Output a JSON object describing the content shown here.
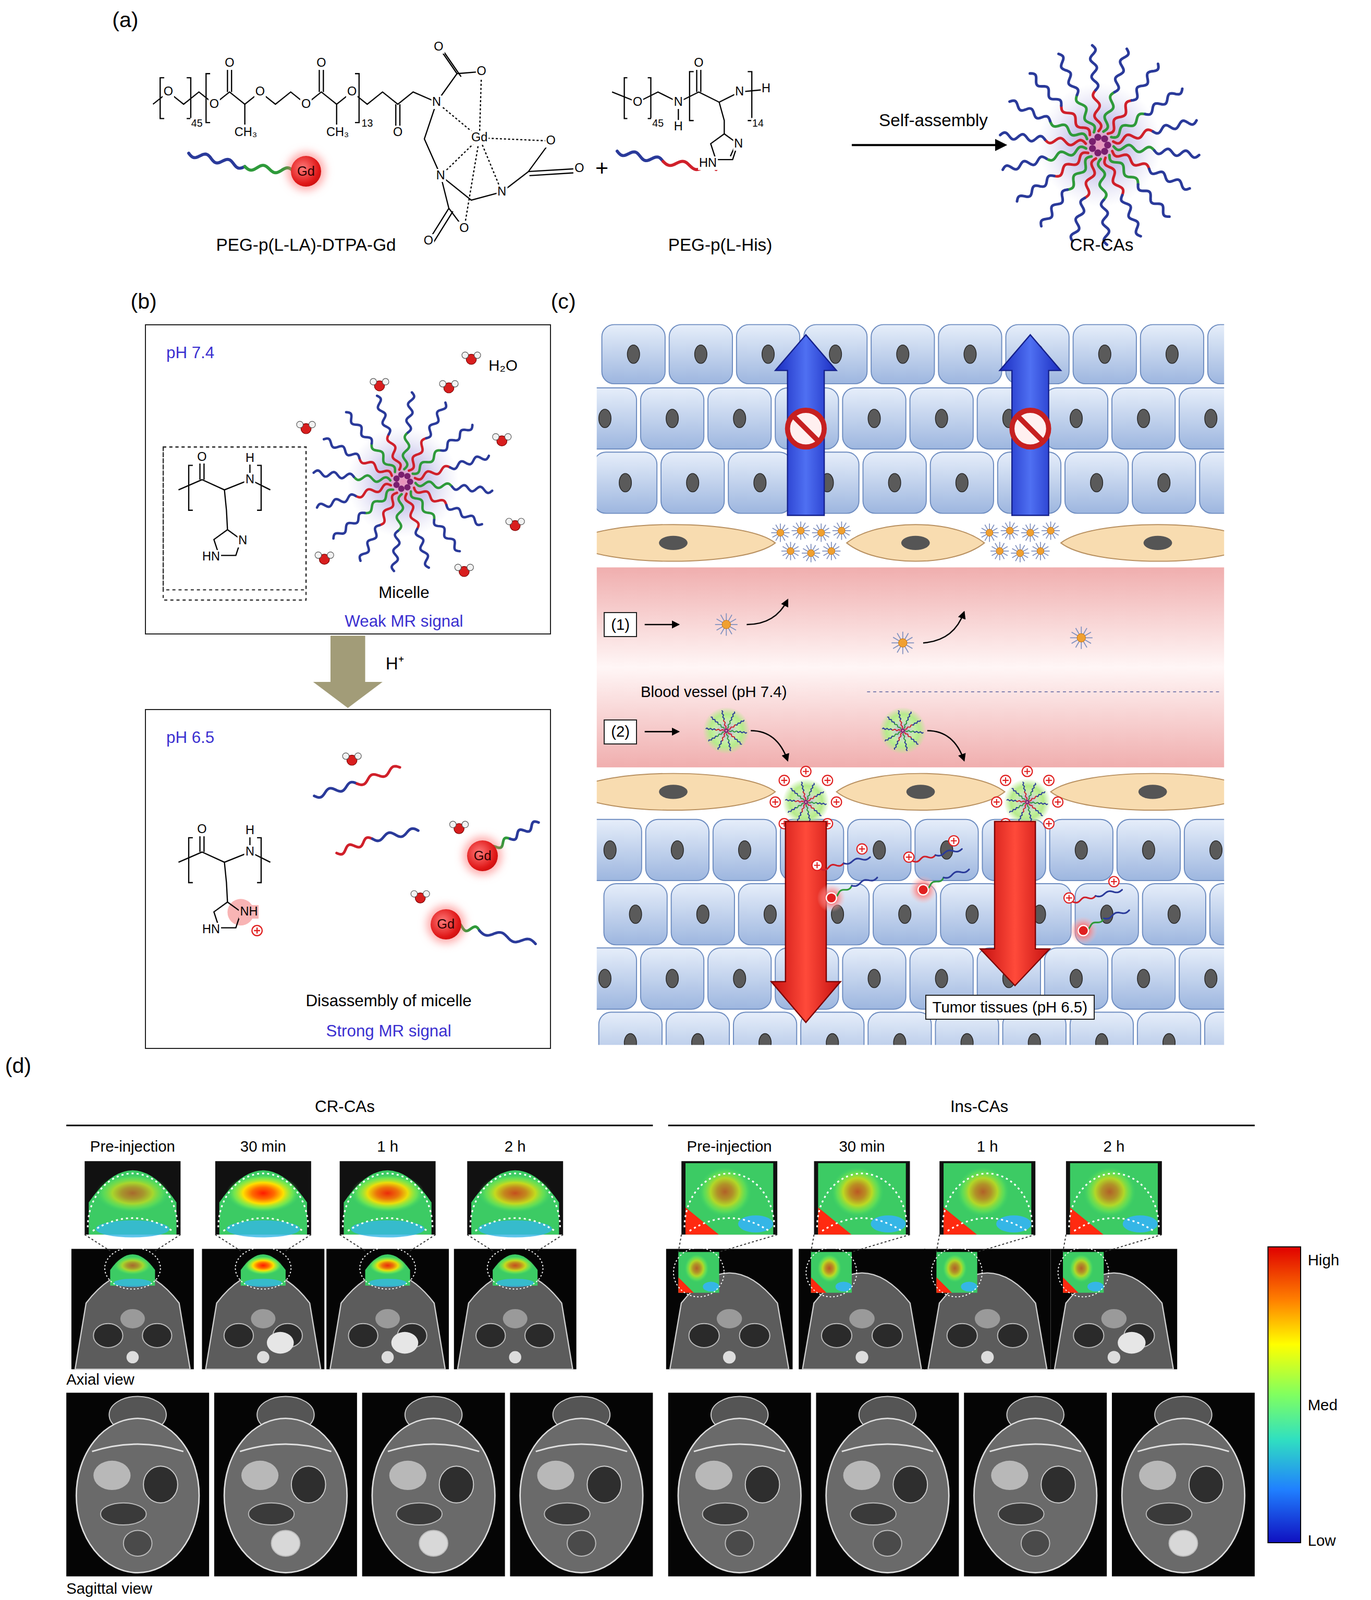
{
  "diagram": {
    "nodes": [
      {
        "text": [
          "Gd"
        ]
      },
      {
        "text": [
          "pH 7.4",
          "H₂O",
          "Micelle",
          "Weak MR signal"
        ]
      },
      {
        "text": [
          "pH 6.5",
          "Disassembly of micelle",
          "Strong MR signal"
        ]
      },
      {
        "text": [
          "Gd"
        ],
        "in": 2
      },
      {
        "text": [
          "Gd"
        ],
        "in": 2
      },
      {
        "text": [
          "(1)"
        ]
      },
      {
        "text": [
          "(2)"
        ]
      },
      {
        "text": [
          "Tumor tissues (pH 6.5)"
        ]
      }
    ],
    "edges": [
      {
        "from": 1,
        "to": 2,
        "arrow": "to",
        "label": "H⁺"
      }
    ],
    "labels": [
      "(a)",
      "O",
      "45",
      "O",
      "O",
      "CH₃",
      "O",
      "O",
      "O",
      "CH₃",
      "O",
      "13",
      "O",
      "N",
      "O",
      "O",
      "Gd",
      "N",
      "N",
      "O",
      "O",
      "O",
      "O",
      "PEG-p(L-LA)-DTPA-Gd",
      "+",
      "O",
      "45",
      "N",
      "H",
      "O",
      "HN",
      "N",
      "N",
      "14",
      "H",
      "PEG-p(L-His)",
      "Self-assembly",
      "CR-CAs",
      "(b)",
      "O",
      "H",
      "N",
      "N",
      "HN",
      "O",
      "H",
      "N",
      "NH",
      "HN",
      "(c)",
      "Blood vessel (pH 7.4)",
      "(d)",
      "CR-CAs",
      "Ins-CAs",
      "Pre-injection",
      "30 min",
      "1 h",
      "2 h",
      "Pre-injection",
      "30 min",
      "1 h",
      "2 h",
      "Axial view",
      "Sagittal view",
      "High",
      "Med",
      "Low"
    ]
  }
}
